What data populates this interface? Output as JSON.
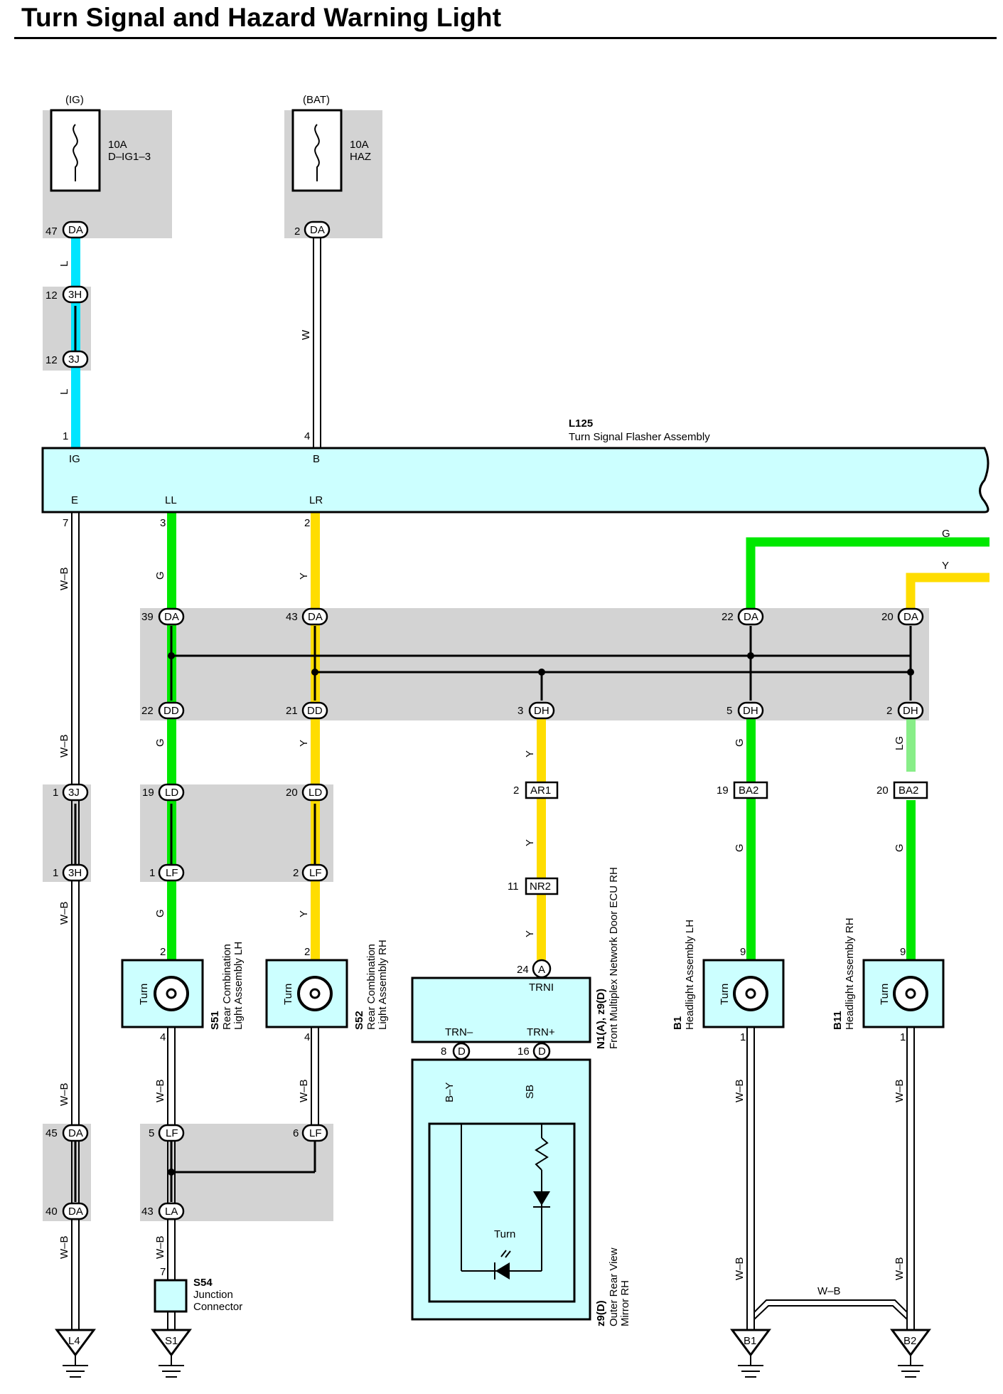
{
  "page": {
    "title": "Turn Signal and Hazard Warning Light"
  },
  "sources": {
    "ig": {
      "supply": "(IG)",
      "rating": "10A",
      "name": "D–IG1–3"
    },
    "bat": {
      "supply": "(BAT)",
      "rating": "10A",
      "name": "HAZ"
    }
  },
  "flasher": {
    "code": "L125",
    "name": "Turn Signal Flasher Assembly",
    "pins": {
      "ig": "IG",
      "b": "B",
      "e": "E",
      "ll": "LL",
      "lr": "LR"
    },
    "pin_numbers": {
      "ig": "1",
      "b": "4",
      "e": "7",
      "ll": "3",
      "lr": "2"
    }
  },
  "connectors": {
    "da": "DA",
    "h3": "3H",
    "j3": "3J",
    "dd": "DD",
    "dh": "DH",
    "ld": "LD",
    "lf": "LF",
    "la": "LA",
    "ar1": "AR1",
    "nr2": "NR2",
    "ba2": "BA2",
    "a": "A",
    "d": "D"
  },
  "pin_numbers": {
    "n47": "47",
    "n2": "2",
    "n12": "12",
    "n1": "1",
    "n39": "39",
    "n43": "43",
    "n22": "22",
    "n20": "20",
    "n21": "21",
    "n3": "3",
    "n5": "5",
    "n19": "19",
    "n11": "11",
    "n24": "24",
    "n9": "9",
    "n4": "4",
    "n8": "8",
    "n16": "16",
    "n45": "45",
    "n40": "40",
    "n6": "6",
    "n7": "7"
  },
  "wire_colors": {
    "l": "L",
    "w": "W",
    "wb": "W–B",
    "g": "G",
    "y": "Y",
    "lg": "LG",
    "by": "B–Y",
    "sb": "SB"
  },
  "components": {
    "s51": {
      "code": "S51",
      "name_line1": "Rear Combination",
      "name_line2": "Light Assembly LH",
      "lamp": "Turn"
    },
    "s52": {
      "code": "S52",
      "name_line1": "Rear Combination",
      "name_line2": "Light Assembly RH",
      "lamp": "Turn"
    },
    "n1": {
      "code": "N1(A), z9(D)",
      "name": "Front Multiplex Network Door ECU RH",
      "pins": {
        "trni": "TRNI",
        "trn_minus": "TRN–",
        "trn_plus": "TRN+"
      }
    },
    "z9": {
      "code": "z9(D)",
      "name_line1": "Outer Rear View",
      "name_line2": "Mirror RH",
      "lamp": "Turn"
    },
    "b1": {
      "code": "B1",
      "name": "Headlight Assembly LH",
      "lamp": "Turn"
    },
    "b11": {
      "code": "B11",
      "name": "Headlight Assembly RH",
      "lamp": "Turn"
    },
    "s54": {
      "code": "S54",
      "name_line1": "Junction",
      "name_line2": "Connector"
    }
  },
  "grounds": {
    "l4": "L4",
    "s1": "S1",
    "b1": "B1",
    "b2": "B2"
  },
  "colors": {
    "light_blue": "#00e5ff",
    "green": "#00e800",
    "yellow": "#ffdd00",
    "light_green": "#88ee88",
    "pale_blue": "#a8f0ff",
    "box_fill": "#ccffff",
    "shade": "#d3d3d3"
  }
}
